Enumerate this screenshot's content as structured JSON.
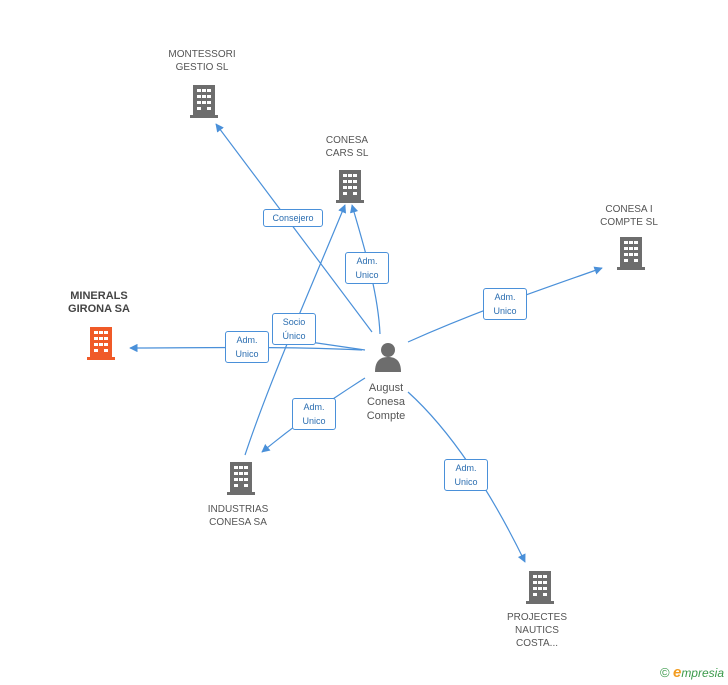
{
  "nodes": {
    "montessori": {
      "label": "MONTESSORI\nGESTIO SL",
      "color": "#6d6d6d"
    },
    "conesa_cars": {
      "label": "CONESA\nCARS SL",
      "color": "#6d6d6d"
    },
    "conesa_compte": {
      "label": "CONESA I\nCOMPTE SL",
      "color": "#6d6d6d"
    },
    "minerals": {
      "label": "MINERALS\nGIRONA SA",
      "color": "#f05a28"
    },
    "industrias": {
      "label": "INDUSTRIAS\nCONESA SA",
      "color": "#6d6d6d"
    },
    "projectes": {
      "label": "PROJECTES\nNAUTICS\nCOSTA...",
      "color": "#6d6d6d"
    }
  },
  "person": {
    "label": "August\nConesa\nCompte",
    "color": "#6d6d6d",
    "icon": "person-icon"
  },
  "edges": {
    "consejero": "Consejero",
    "adm_cars": "Adm.\nUnico",
    "adm_compte": "Adm.\nUnico",
    "socio": "Socio\nÚnico",
    "adm_minerals": "Adm.\nUnico",
    "adm_industrias": "Adm.\nUnico",
    "adm_projectes": "Adm.\nUnico"
  },
  "colors": {
    "edge": "#4a90d9"
  },
  "footer": {
    "copyright": "©",
    "brand_first": "e",
    "brand_rest": "mpresia"
  }
}
